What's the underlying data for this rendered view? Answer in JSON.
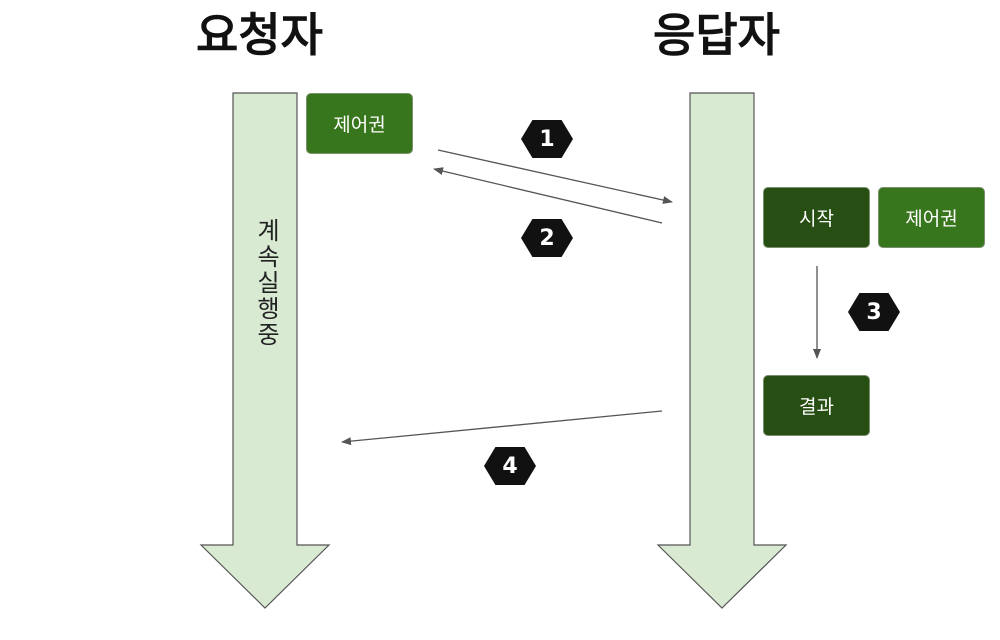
{
  "headings": {
    "requester": "요청자",
    "responder": "응답자"
  },
  "requester_lane": {
    "label": "계속실행중",
    "control_box": "제어권"
  },
  "responder_lane": {
    "start_box": "시작",
    "control_box": "제어권",
    "result_box": "결과"
  },
  "steps": [
    "1",
    "2",
    "3",
    "4"
  ],
  "colors": {
    "lane_fill": "#d9ead3",
    "lane_stroke": "#555555",
    "box_light": "#38761d",
    "box_dark": "#274e13",
    "step_badge": "#111111",
    "connector": "#555555"
  }
}
